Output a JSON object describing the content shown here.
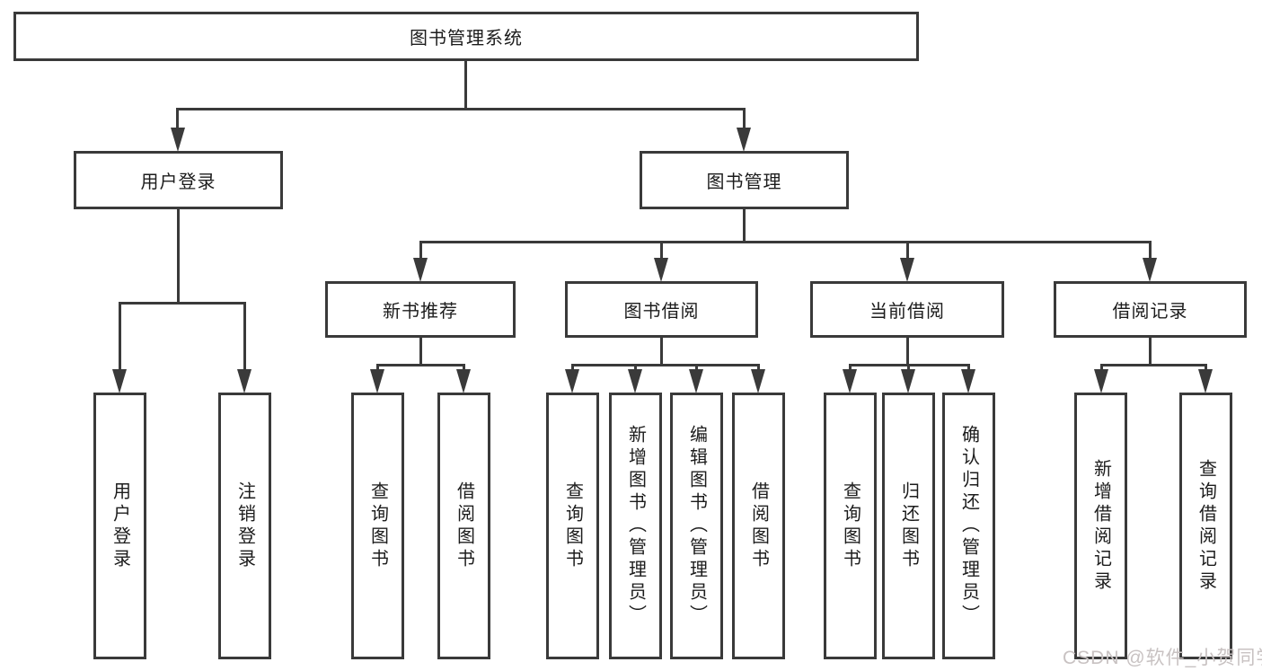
{
  "diagram_title": "图书管理系统",
  "colors": {
    "line": "#3a3a3a",
    "text": "#1c1c1c",
    "watermark": "#c8c2c2"
  },
  "root": {
    "label": "图书管理系统"
  },
  "user_login": {
    "label": "用户登录",
    "children": [
      "用户登录",
      "注销登录"
    ]
  },
  "book_mgmt": {
    "label": "图书管理"
  },
  "sections": [
    {
      "label": "新书推荐",
      "children": [
        "查询图书",
        "借阅图书"
      ]
    },
    {
      "label": "图书借阅",
      "children": [
        "查询图书",
        "新增图书（管理员）",
        "编辑图书（管理员）",
        "借阅图书"
      ]
    },
    {
      "label": "当前借阅",
      "children": [
        "查询图书",
        "归还图书",
        "确认归还（管理员）"
      ]
    },
    {
      "label": "借阅记录",
      "children": [
        "新增借阅记录",
        "查询借阅记录"
      ]
    }
  ],
  "watermark": {
    "text": "CSDN @软件_小贺同学"
  }
}
